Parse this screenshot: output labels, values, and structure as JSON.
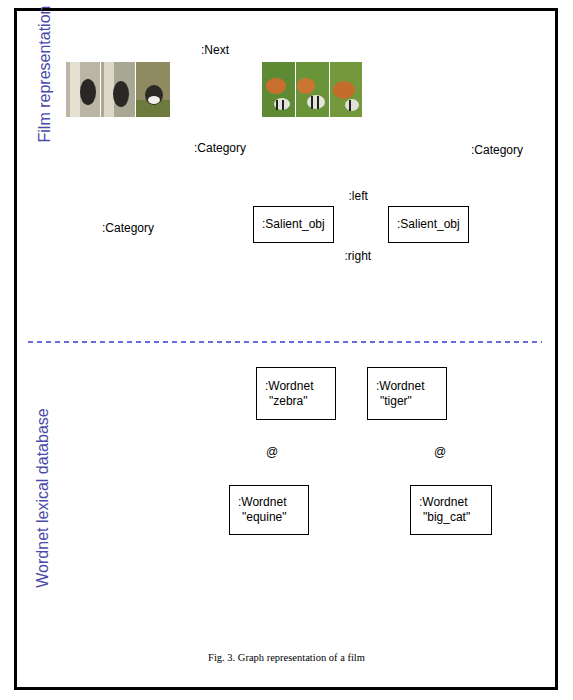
{
  "diagram": {
    "caption": "Fig. 3. Graph representation of a film",
    "nodes": [
      {
        "text": []
      },
      {
        "text": []
      },
      {
        "text": [
          ":Salient_obj"
        ]
      },
      {
        "text": [
          ":Salient_obj"
        ]
      },
      {
        "text": [
          ":Wordnet",
          "\"zebra\""
        ]
      },
      {
        "text": [
          ":Wordnet",
          "\"tiger\""
        ]
      },
      {
        "text": [
          ":Wordnet",
          "\"equine\""
        ]
      },
      {
        "text": [
          ":Wordnet",
          "\"big_cat\""
        ]
      }
    ],
    "edges": [
      {
        "from": 0,
        "to": 1,
        "label": ":Next",
        "arrow": "to"
      },
      {
        "from": 0,
        "to": 4,
        "label": ":Category",
        "arrow": "to"
      },
      {
        "from": 1,
        "to": 4,
        "label": ":Category",
        "arrow": "to"
      },
      {
        "from": 1,
        "to": 2,
        "arrow": "to"
      },
      {
        "from": 1,
        "to": 3,
        "arrow": "to"
      },
      {
        "from": 1,
        "to": 5,
        "label": ":Category",
        "arrow": "to"
      },
      {
        "from": 2,
        "to": 3,
        "label": ":left",
        "arrow": "to"
      },
      {
        "from": 3,
        "to": 2,
        "label": ":right",
        "arrow": "to"
      },
      {
        "from": 2,
        "to": 4,
        "arrow": "to"
      },
      {
        "from": 4,
        "to": 6,
        "label": "@",
        "arrow": "to"
      },
      {
        "from": 5,
        "to": 7,
        "label": "@",
        "arrow": "to"
      }
    ],
    "labels": [
      "Film representation",
      "Wordnet lexical database"
    ]
  }
}
